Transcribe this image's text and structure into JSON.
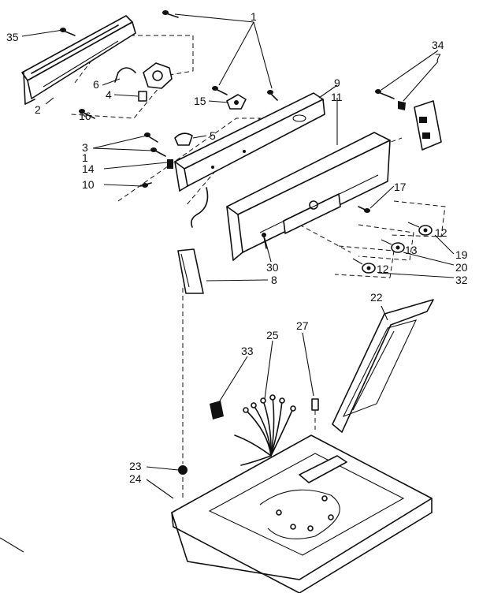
{
  "callouts": [
    "35",
    "1",
    "34",
    "7",
    "9",
    "11",
    "15",
    "6",
    "4",
    "2",
    "16",
    "3",
    "5",
    "1",
    "14",
    "10",
    "17",
    "12",
    "13",
    "19",
    "20",
    "12",
    "32",
    "30",
    "8",
    "22",
    "33",
    "25",
    "27",
    "23",
    "24"
  ],
  "colors": {
    "ink": "#111111",
    "paper": "#ffffff"
  }
}
